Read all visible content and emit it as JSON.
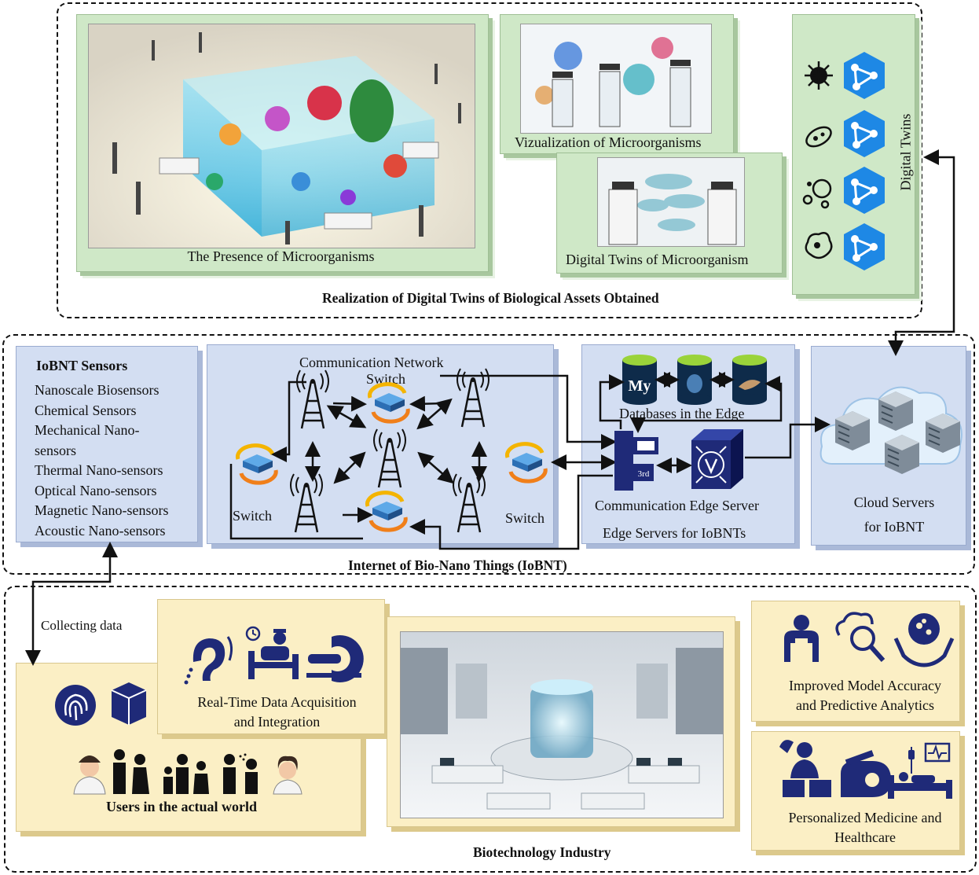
{
  "top_section": {
    "title": "Realization of Digital Twins of Biological Assets Obtained",
    "presence_caption": "The Presence of Microorganisms",
    "visualization_caption": "Vizualization of Microorganisms",
    "twins_caption": "Digital Twins of Microorganism",
    "digital_twins_label": "Digital Twins"
  },
  "iobnt_section": {
    "title": "Internet of Bio-Nano Things (IoBNT)",
    "sensors_heading": "IoBNT Sensors",
    "sensors": [
      "Nanoscale Biosensors",
      "Chemical Sensors",
      "Mechanical Nano-",
      "sensors",
      "Thermal Nano-sensors",
      "Optical Nano-sensors",
      "Magnetic Nano-sensors",
      "Acoustic Nano-sensors"
    ],
    "network_title": "Communication Network",
    "switch_top": "Switch",
    "switch_left": "Switch",
    "switch_right": "Switch",
    "databases_label": "Databases in the Edge",
    "db_mysql_text": "My",
    "edge_server_label": "Communication Edge Server",
    "edge_servers_label": "Edge Servers for IoBNTs",
    "server_badge": "3rd",
    "cloud_label_1": "Cloud Servers",
    "cloud_label_2": "for IoBNT"
  },
  "bottom_section": {
    "title": "Biotechnology Industry",
    "collecting_data": "Collecting data",
    "users_label": "Users in the actual world",
    "realtime_label_1": "Real-Time Data Acquisition",
    "realtime_label_2": "and Integration",
    "accuracy_label_1": "Improved Model Accuracy",
    "accuracy_label_2": "and Predictive Analytics",
    "personalized_label_1": "Personalized Medicine and",
    "personalized_label_2": "Healthcare"
  },
  "colors": {
    "green_panel": "#cfe8c7",
    "blue_panel": "#d3def2",
    "yellow_panel": "#fbefc5",
    "icon_navy": "#1f2a78",
    "azure_blue": "#1e88e5"
  }
}
